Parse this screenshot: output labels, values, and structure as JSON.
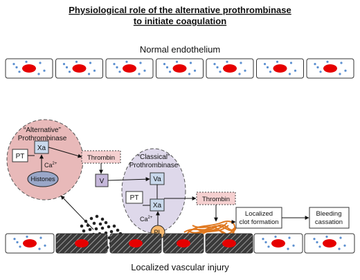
{
  "title_line1": "Physiological role of the alternative prothrombinase",
  "title_line2": "to initiate coagulation",
  "normal_label": "Normal endothelium",
  "injury_label": "Localized vascular injury",
  "alternative": {
    "title_line1": "“Alternative”",
    "title_line2": "Prothrombinase",
    "pt": "PT",
    "xa": "Xa",
    "calcium": "Ca",
    "calcium_sup": "2+",
    "histones": "Histones"
  },
  "classical": {
    "title_line1": "“Classical”",
    "title_line2": "Prothrombinase",
    "pt": "PT",
    "xa": "Xa",
    "va": "Va",
    "calcium": "Ca",
    "calcium_sup": "2+",
    "pl": "PL"
  },
  "thrombin_1": "Thrombin",
  "thrombin_2": "Thrombin",
  "factor_v": "V",
  "clot_line1": "Localized",
  "clot_line2": "clot formation",
  "bleed_line1": "Bleeding",
  "bleed_line2": "cassation",
  "colors": {
    "alt_oval": "#e8b9b9",
    "classical_oval": "#ded8ea",
    "thrombin_box": "#f5d0d0",
    "factor_box": "#c9d9ec",
    "v_box": "#c5b7da",
    "histones": "#9aa7c8",
    "pl": "#f6b96f",
    "nucleus": "#e60000",
    "dots": "#5b8fd0",
    "fibrin": "#e0781f"
  }
}
